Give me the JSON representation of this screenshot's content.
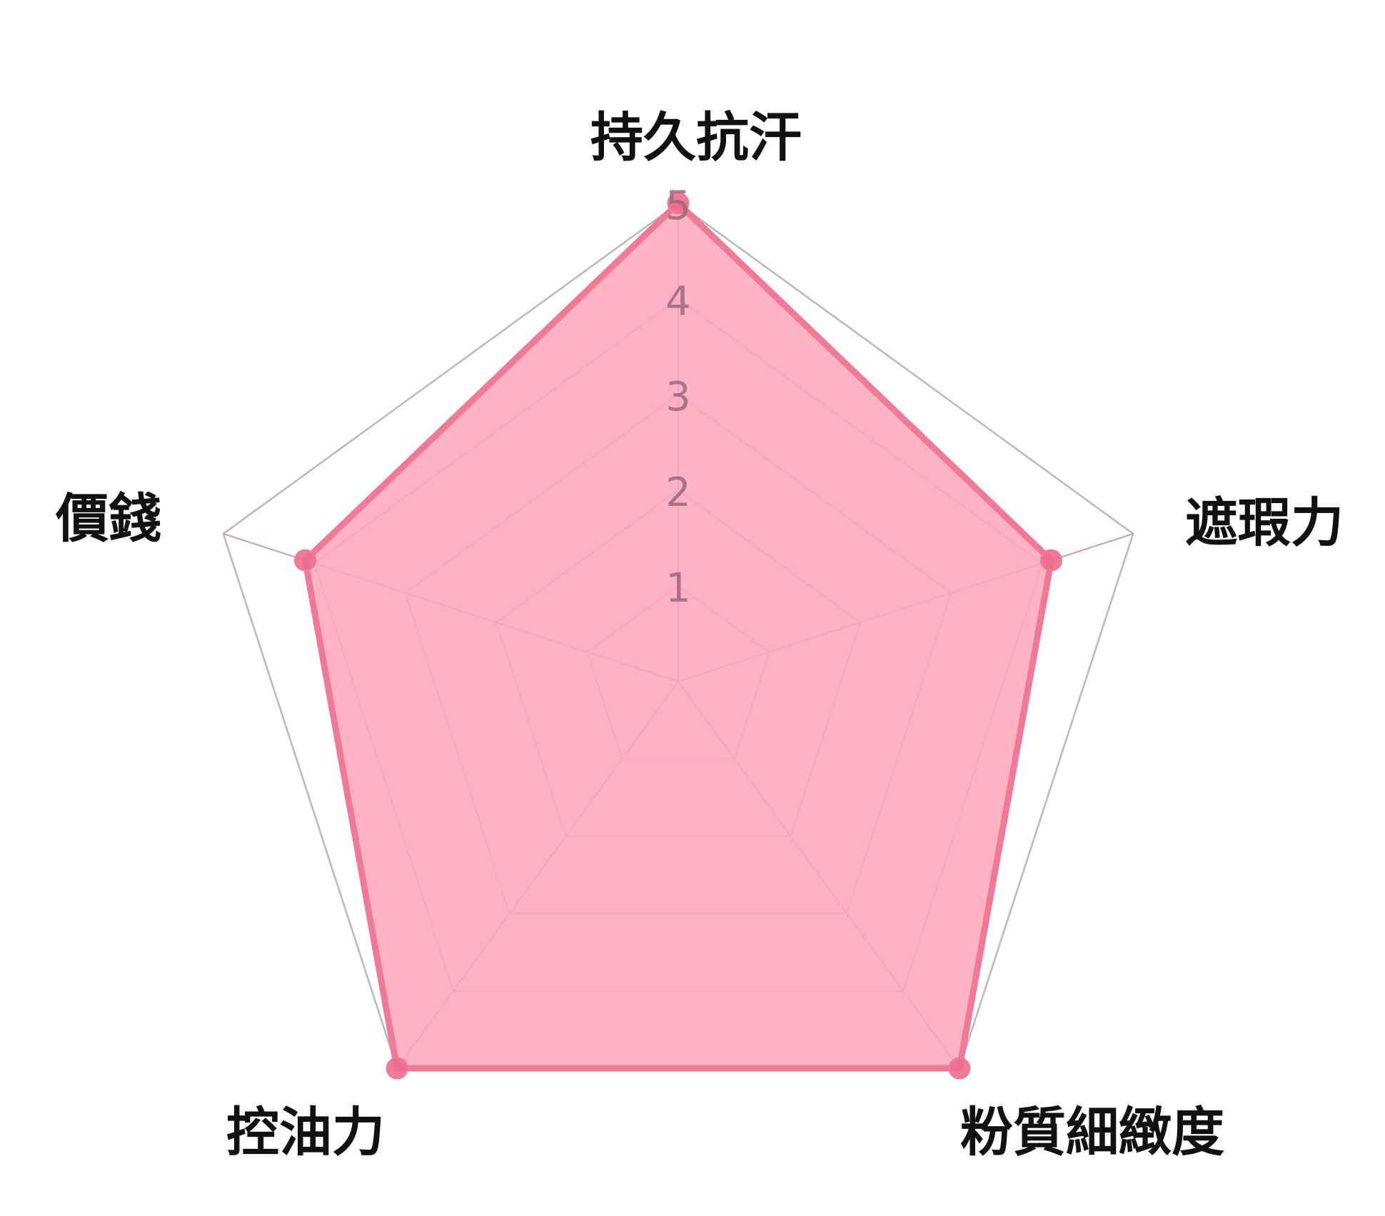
{
  "chart_data": {
    "type": "radar",
    "axes": [
      "持久抗汗",
      "遮瑕力",
      "粉質細緻度",
      "控油力",
      "價錢"
    ],
    "values": [
      5,
      4.1,
      5,
      5,
      4.1
    ],
    "r_range": [
      0,
      5
    ],
    "ticks": [
      "1",
      "2",
      "3",
      "4",
      "5"
    ],
    "fill_color": "#ffa7bc",
    "line_color": "#f07a96",
    "point_color": "#ee6b8d",
    "grid": true
  }
}
